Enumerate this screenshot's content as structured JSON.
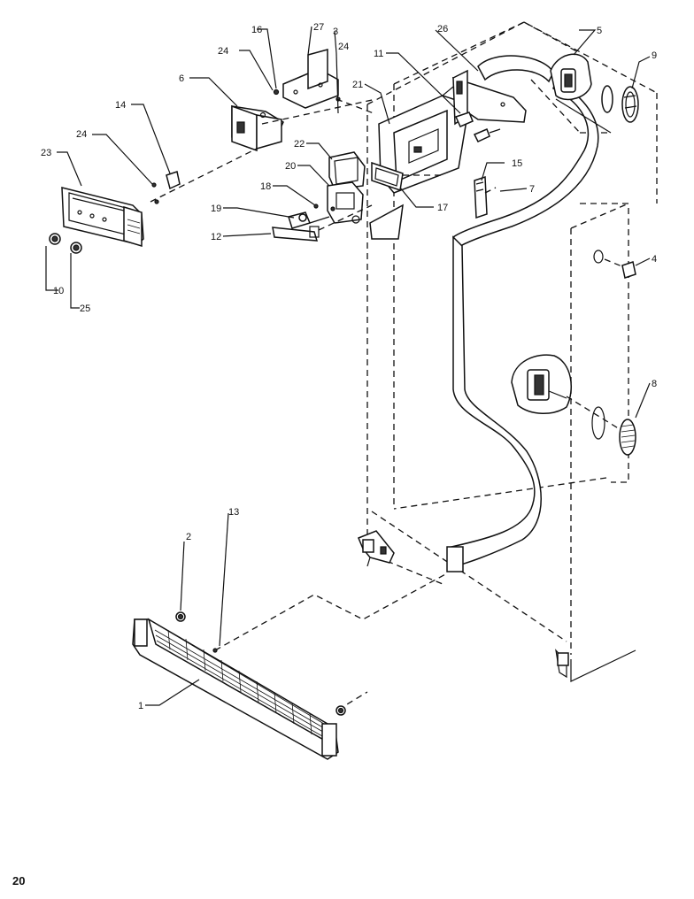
{
  "page_number": "20",
  "callouts": {
    "c1": "1",
    "c2": "2",
    "c3": "3",
    "c4": "4",
    "c5": "5",
    "c6": "6",
    "c7": "7",
    "c8": "8",
    "c9": "9",
    "c10": "10",
    "c11": "11",
    "c12": "12",
    "c13": "13",
    "c14": "14",
    "c15": "15",
    "c16": "16",
    "c17": "17",
    "c18": "18",
    "c19": "19",
    "c20": "20",
    "c21": "21",
    "c22": "22",
    "c23": "23",
    "c24a": "24",
    "c24b": "24",
    "c24c": "24",
    "c25": "25",
    "c26": "26",
    "c27": "27"
  }
}
